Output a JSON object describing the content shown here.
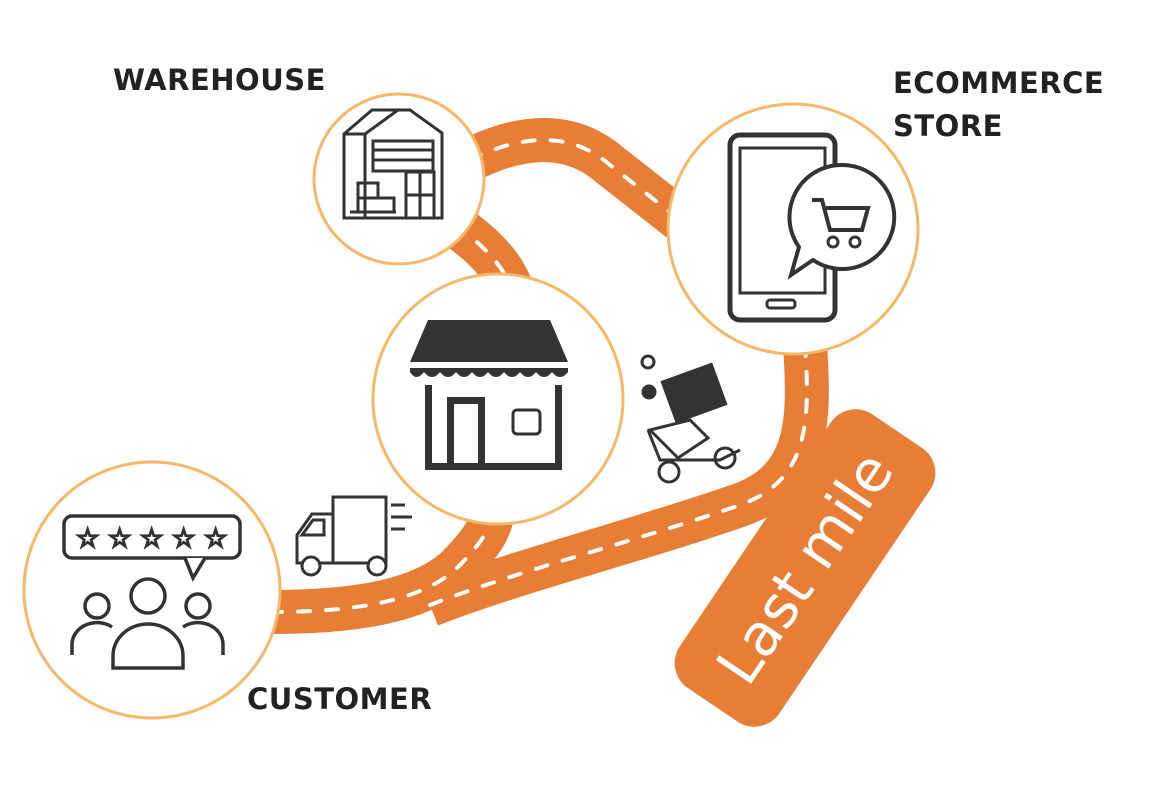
{
  "labels": {
    "warehouse": "WAREHOUSE",
    "ecommerce_line1": "ECOMMERCE",
    "ecommerce_line2": "STORE",
    "customer": "CUSTOMER"
  },
  "badge": {
    "text": "Last mile"
  },
  "colors": {
    "road": "#E87D35",
    "circle_border": "#F5B768",
    "icon": "#333333",
    "badge_text": "#FFFFFF"
  },
  "icons": [
    "warehouse-icon",
    "ecommerce-phone-cart-icon",
    "storefront-icon",
    "customer-rating-icon",
    "delivery-truck-icon",
    "delivery-scooter-icon"
  ]
}
